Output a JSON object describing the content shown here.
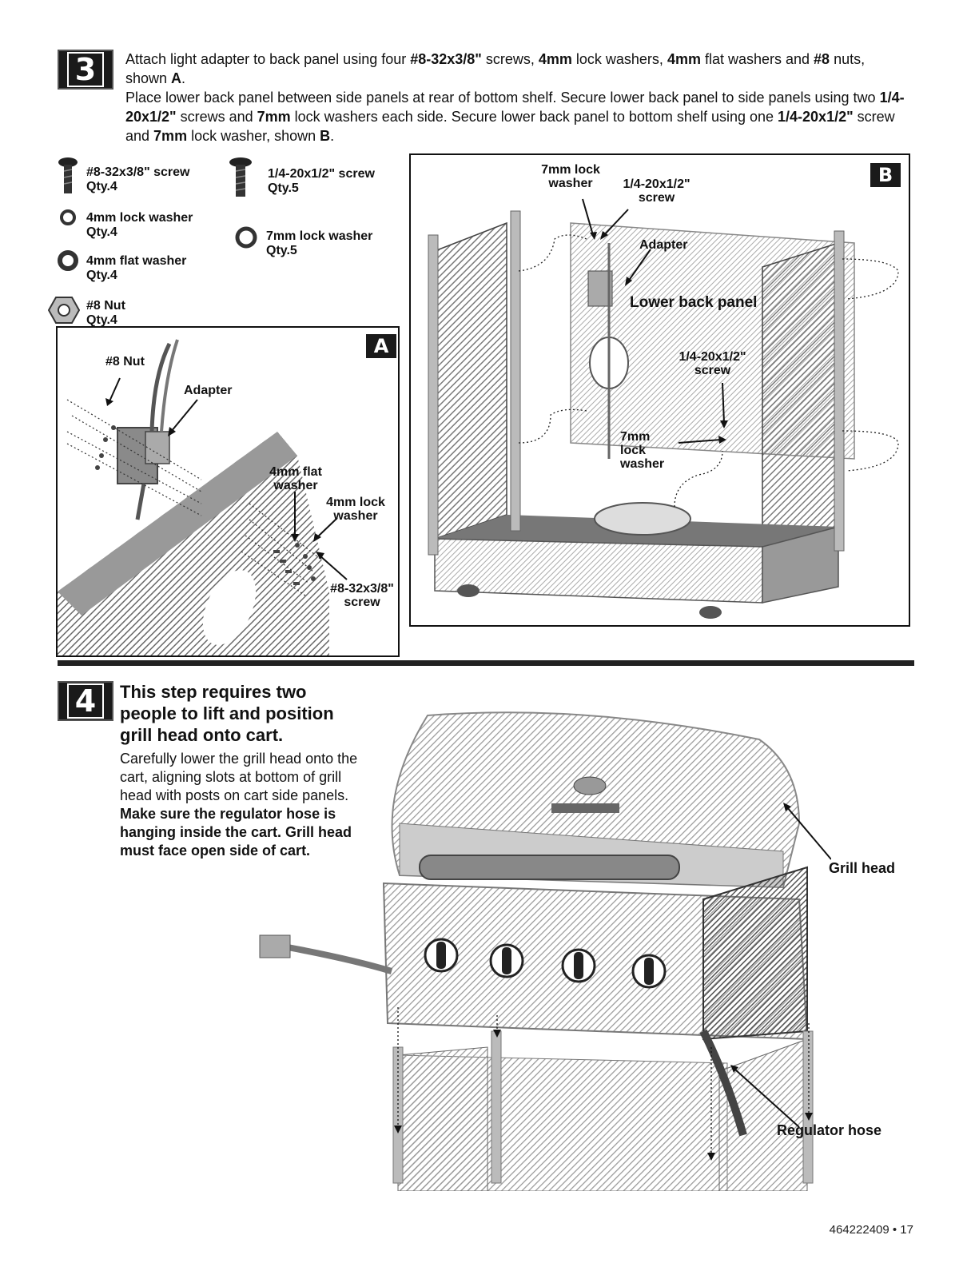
{
  "step3": {
    "badge": "3",
    "para1": {
      "t1": "Attach light adapter to back panel using four ",
      "b1": "#8-32x3/8\"",
      "t2": " screws, ",
      "b2": "4mm",
      "t3": " lock washers, ",
      "b3": "4mm",
      "t4": " flat washers and ",
      "b4": "#8",
      "t5": " nuts, shown ",
      "b5": "A",
      "t6": "."
    },
    "para2": {
      "t1": "Place lower back panel between side panels at rear of bottom shelf.  Secure lower back panel to side panels using two ",
      "b1": "1/4-20x1/2\"",
      "t2": " screws and ",
      "b2": "7mm",
      "t3": " lock washers each side.  Secure lower back panel to bottom shelf using one ",
      "b3": "1/4-20x1/2\"",
      "t4": " screw and ",
      "b4": "7mm",
      "t5": " lock washer, shown ",
      "b5": "B",
      "t6": "."
    },
    "parts": [
      {
        "label": "#8-32x3/8\" screw",
        "qty": "Qty.4",
        "icon": "screw-icon"
      },
      {
        "label": "4mm lock washer",
        "qty": "Qty.4",
        "icon": "lock-washer-icon"
      },
      {
        "label": "4mm flat washer",
        "qty": "Qty.4",
        "icon": "flat-washer-icon"
      },
      {
        "label": "#8 Nut",
        "qty": "Qty.4",
        "icon": "nut-icon"
      },
      {
        "label": "1/4-20x1/2\" screw",
        "qty": "Qty.5",
        "icon": "screw-icon"
      },
      {
        "label": "7mm lock washer",
        "qty": "Qty.5",
        "icon": "lock-washer-icon"
      }
    ],
    "diagramA": {
      "letter": "A",
      "nut": "#8 Nut",
      "adapter": "Adapter",
      "flat_washer": "4mm flat washer",
      "lock_washer": "4mm lock washer",
      "screw": "#8-32x3/8\" screw"
    },
    "diagramB": {
      "letter": "B",
      "lock_washer_top": "7mm lock washer",
      "screw_top": "1/4-20x1/2\" screw",
      "adapter": "Adapter",
      "lower_back_panel": "Lower back panel",
      "screw_mid": "1/4-20x1/2\" screw",
      "lock_washer_mid": "7mm lock washer"
    }
  },
  "step4": {
    "badge": "4",
    "heading": "This step requires two people to lift and position grill head onto cart.",
    "body_plain": " Carefully lower the grill head onto the cart, aligning slots at bottom of grill head with posts on cart side panels. ",
    "body_bold": "Make sure the regulator hose is hanging inside the cart. Grill head must face open side of cart.",
    "grill_head_label": "Grill head",
    "regulator_hose_label": "Regulator hose"
  },
  "footer": "464222409 • 17"
}
